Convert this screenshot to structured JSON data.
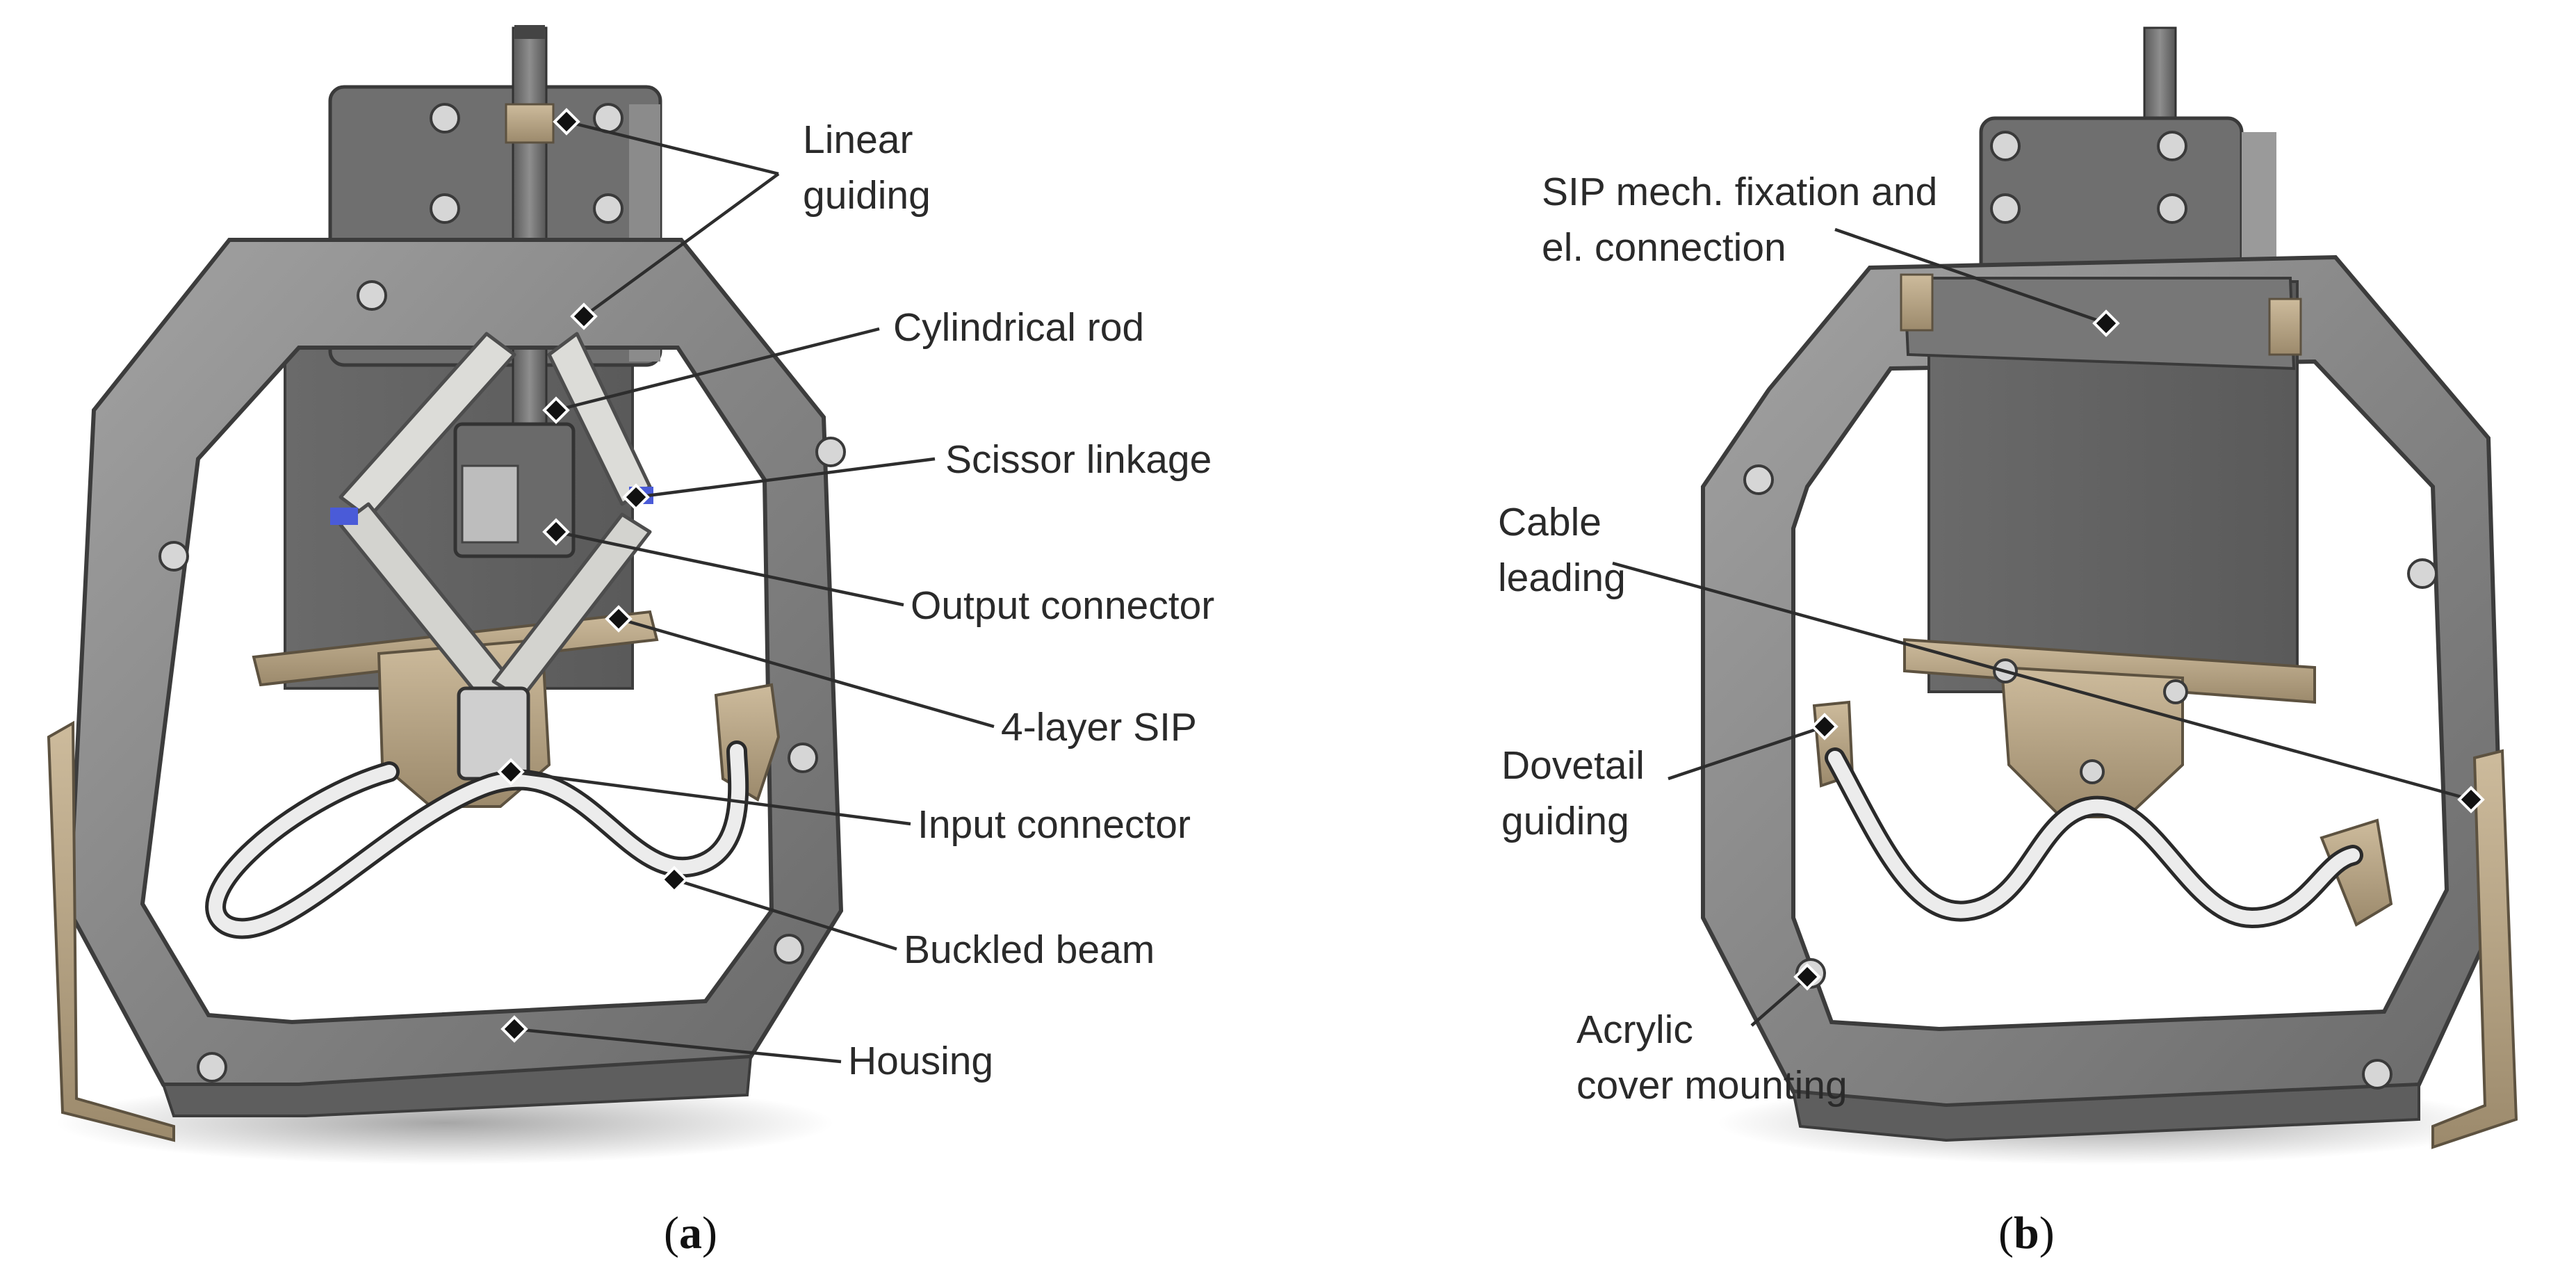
{
  "panels": [
    {
      "id": "a",
      "caption_open": "(",
      "caption_letter": "a",
      "caption_close": ")",
      "labels": {
        "linear_guiding_1": "Linear",
        "linear_guiding_2": "guiding",
        "cylindrical_rod": "Cylindrical rod",
        "scissor_linkage": "Scissor linkage",
        "output_connector": "Output connector",
        "sip_4layer": "4-layer SIP",
        "input_connector": "Input connector",
        "buckled_beam": "Buckled beam",
        "housing": "Housing"
      }
    },
    {
      "id": "b",
      "caption_open": "(",
      "caption_letter": "b",
      "caption_close": ")",
      "labels": {
        "sip_fixation_1": "SIP mech. fixation and",
        "sip_fixation_2": "el. connection",
        "cable_leading_1": "Cable",
        "cable_leading_2": "leading",
        "dovetail_guiding_1": "Dovetail",
        "dovetail_guiding_2": "guiding",
        "acrylic_cover_1": "Acrylic",
        "acrylic_cover_2": "cover mounting"
      }
    }
  ],
  "colors": {
    "housing": "#8c8c8c",
    "housing_dark": "#5f5f5f",
    "sip_plate": "#6e6e6e",
    "bronze": "#b8a68a",
    "beam": "#e2e2e2",
    "link": "#d9d9d6",
    "accent_blue": "#4a5bd8"
  }
}
